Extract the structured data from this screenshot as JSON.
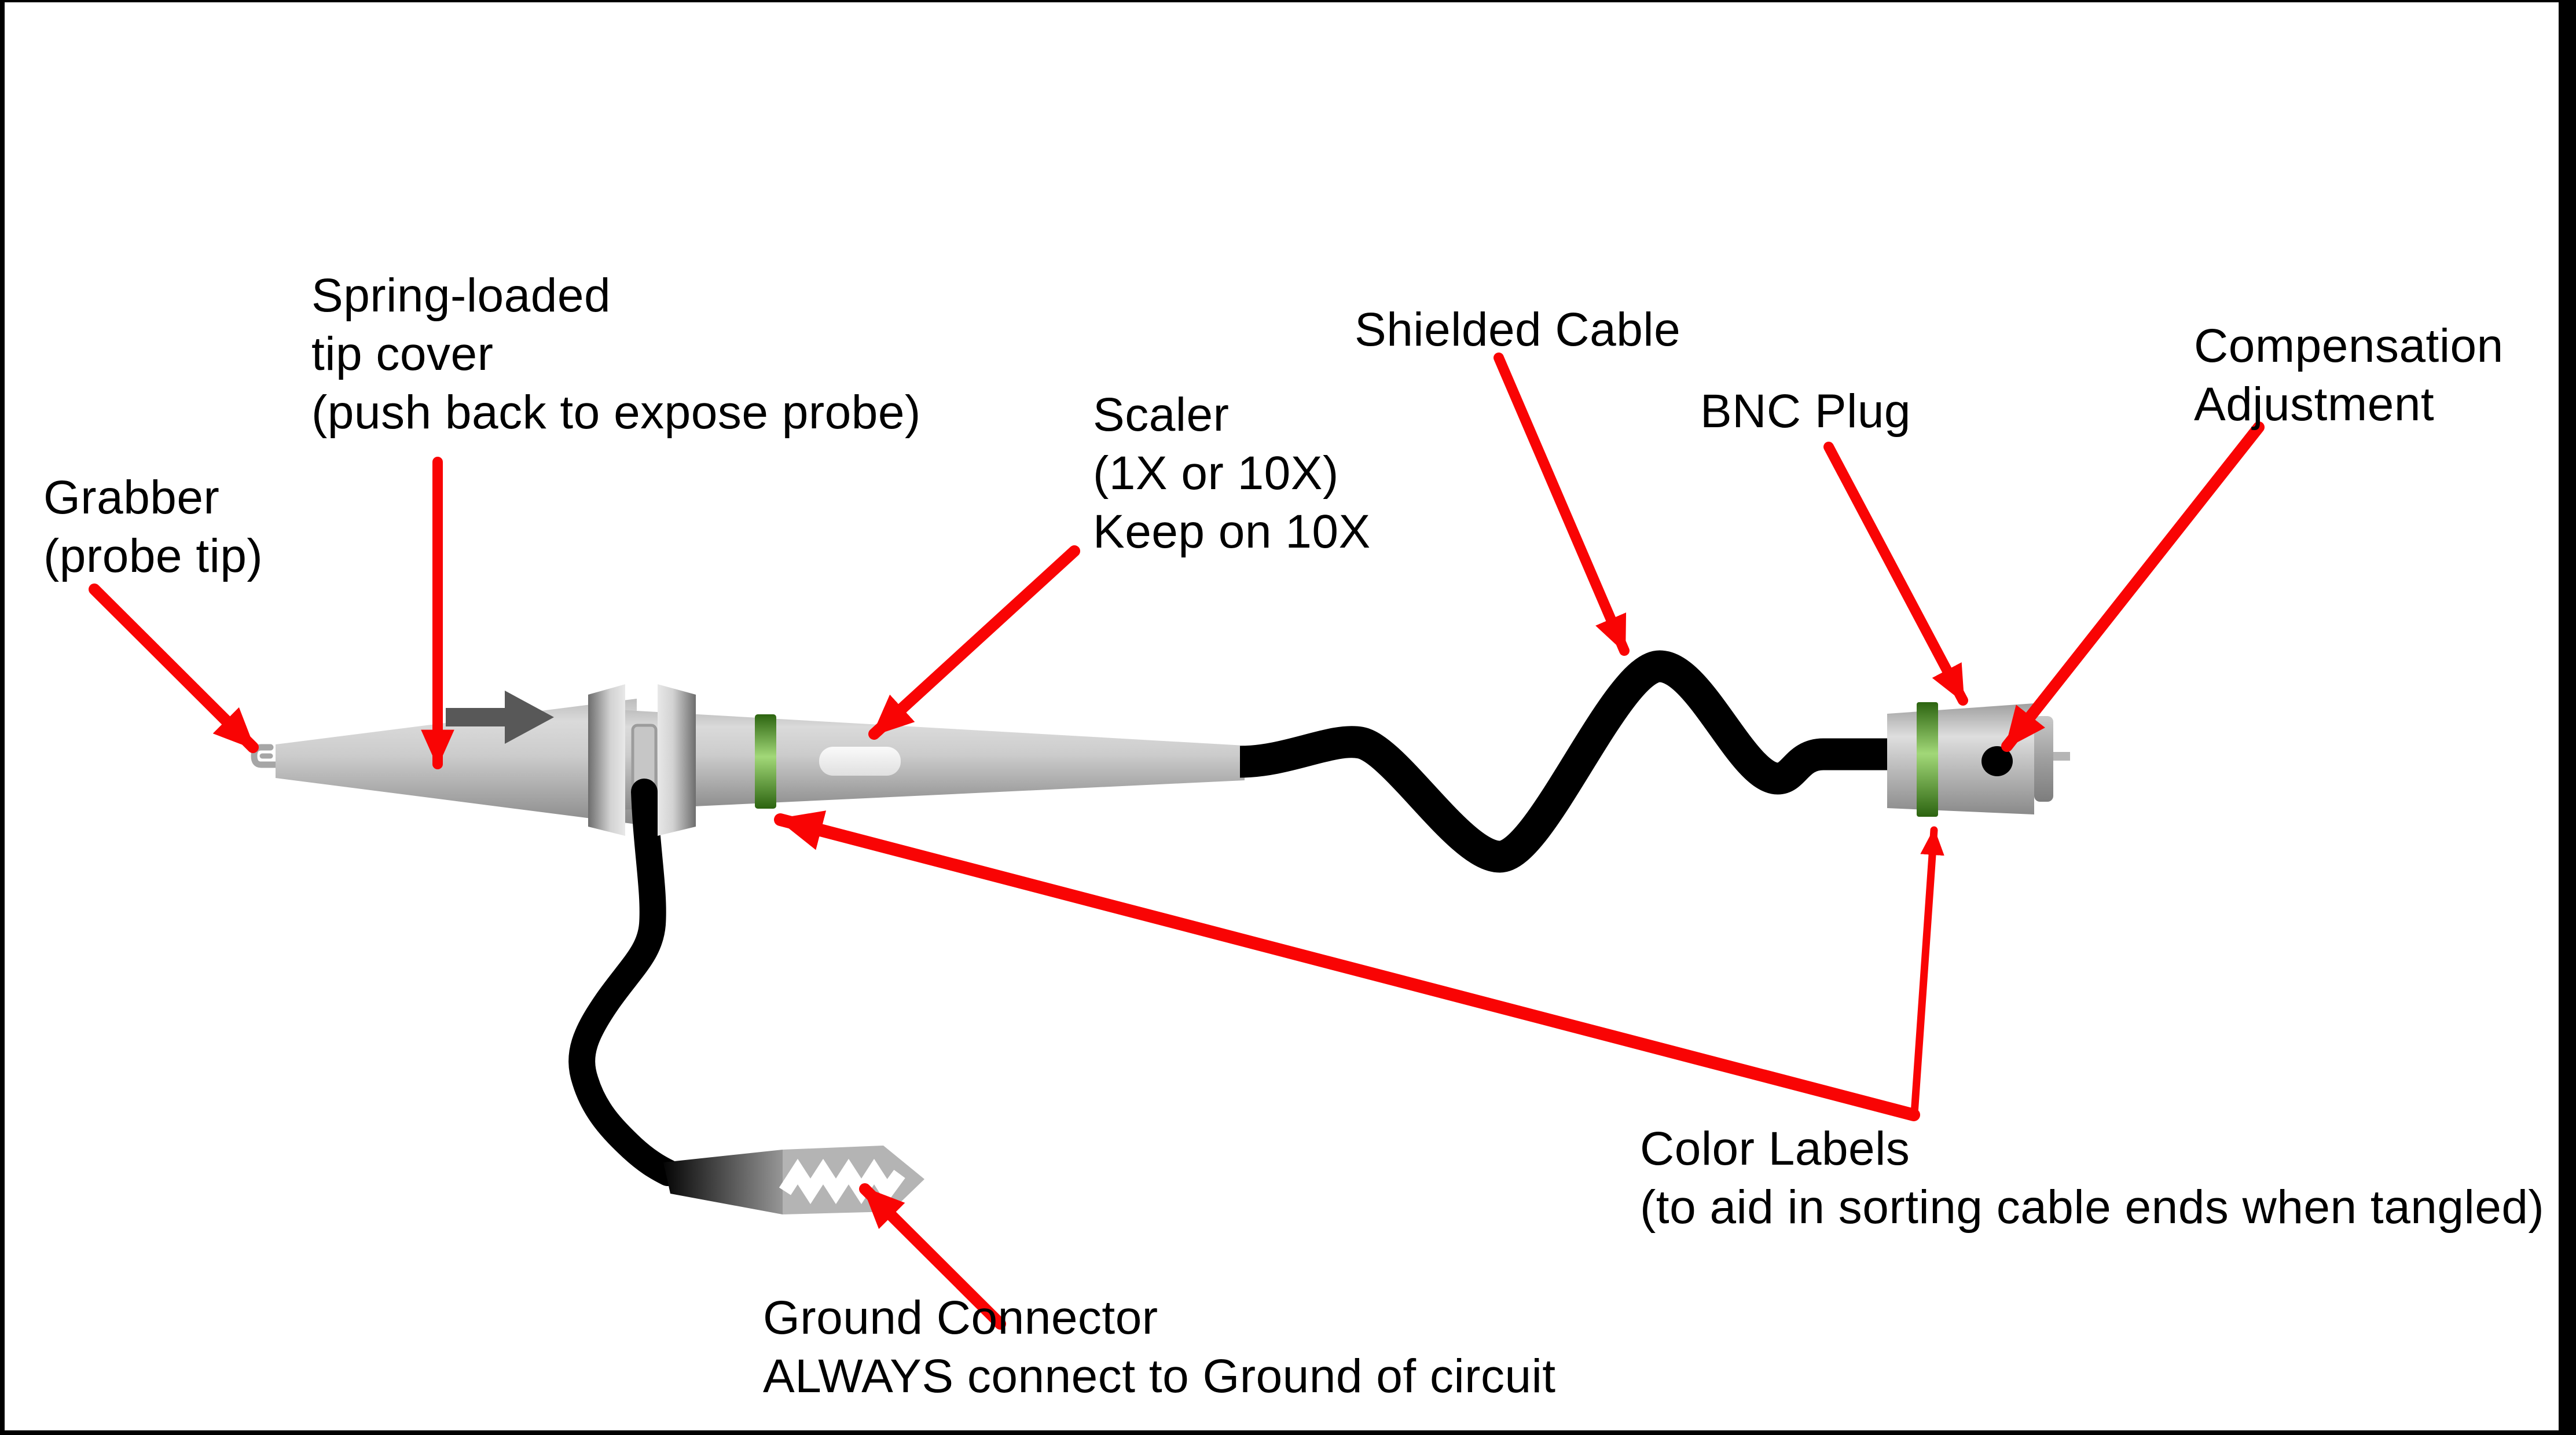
{
  "diagram": {
    "subject": "oscilloscope-probe-anatomy",
    "labels": {
      "grabber": {
        "lines": [
          "Grabber",
          "(probe tip)"
        ]
      },
      "spring_tip_cover": {
        "lines": [
          "Spring-loaded",
          "tip cover",
          "(push back to expose probe)"
        ]
      },
      "scaler": {
        "lines": [
          "Scaler",
          "(1X or 10X)",
          "Keep on 10X"
        ]
      },
      "shielded_cable": {
        "lines": [
          "Shielded Cable"
        ]
      },
      "bnc_plug": {
        "lines": [
          "BNC Plug"
        ]
      },
      "compensation": {
        "lines": [
          "Compensation",
          "Adjustment"
        ]
      },
      "color_labels": {
        "lines": [
          "Color Labels",
          "(to aid in sorting cable ends when tangled)"
        ]
      },
      "ground_connector": {
        "lines": [
          "Ground Connector",
          "ALWAYS connect to Ground of circuit"
        ]
      }
    },
    "colors": {
      "arrow_red": "#f90404",
      "push_arrow_gray": "#585858",
      "cable_black": "#000000",
      "green_dark": "#2c6410",
      "green_light": "#a2d878",
      "probe_light": "#d9d9d9",
      "probe_dark": "#8a8a8a",
      "hook_gray": "#a6a6a6",
      "tab_gray": "#c6c6c6",
      "jaw_gray": "#b4b4b4",
      "canvas_white": "#ffffff",
      "frame_black": "#000000"
    }
  }
}
